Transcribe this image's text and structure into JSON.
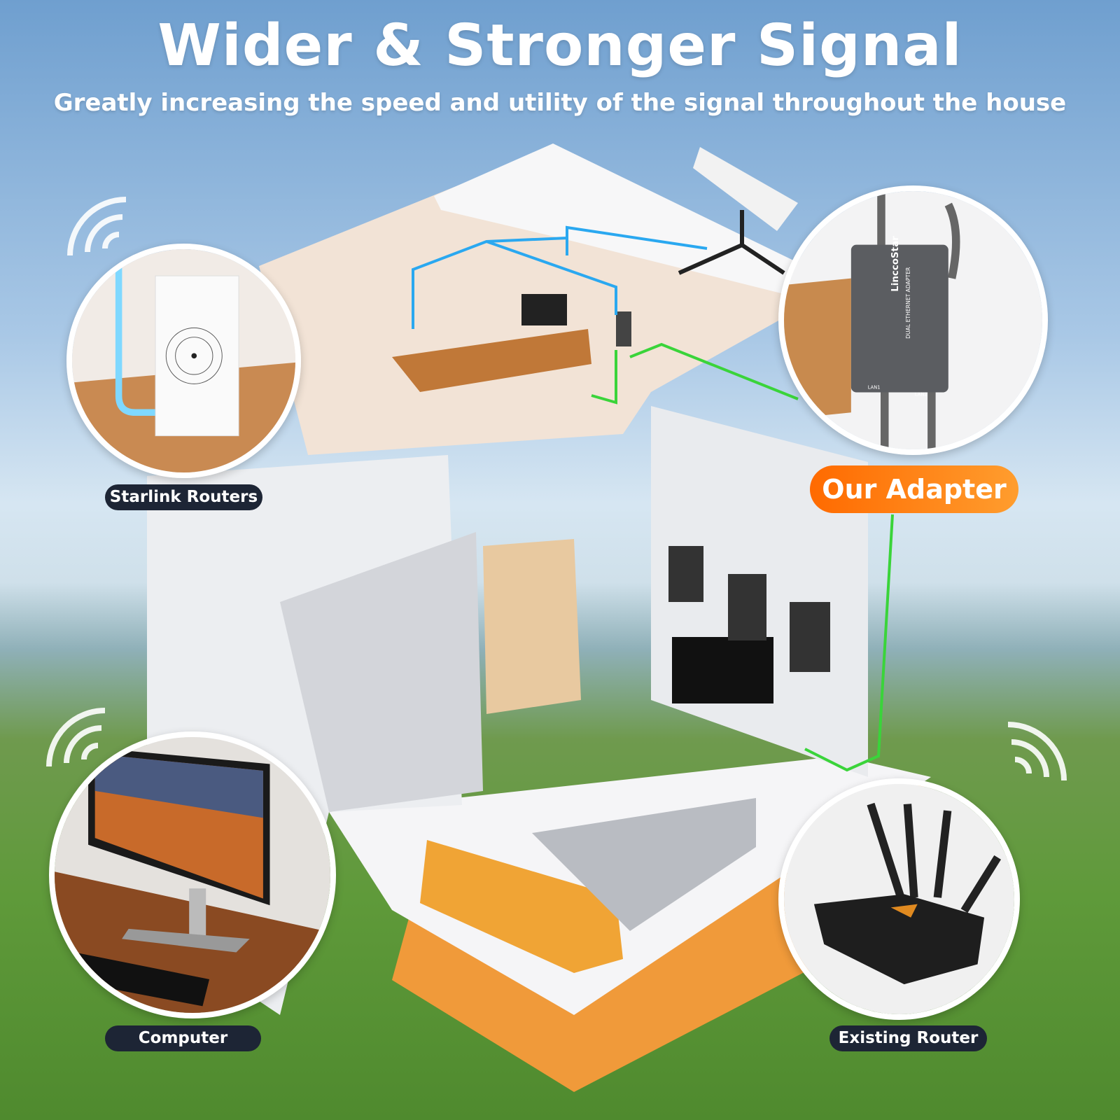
{
  "header": {
    "title": "Wider & Stronger Signal",
    "subtitle": "Greatly increasing the speed and utility of the signal throughout the house"
  },
  "callouts": {
    "starlink": {
      "label": "Starlink Routers",
      "icon": "starlink-router"
    },
    "adapter": {
      "label": "Our Adapter",
      "icon": "ethernet-adapter",
      "brand": "LinccoStar",
      "product_text": "DUAL ETHERNET ADAPTER",
      "ports": [
        "LAN1",
        "LAN2"
      ]
    },
    "computer": {
      "label": "Computer",
      "icon": "monitor"
    },
    "router": {
      "label": "Existing Router",
      "icon": "router"
    }
  },
  "colors": {
    "accent": "#ff7a10",
    "pill": "#1d2535",
    "cable_in": "#2aa8f0",
    "cable_out": "#3ad43a"
  }
}
